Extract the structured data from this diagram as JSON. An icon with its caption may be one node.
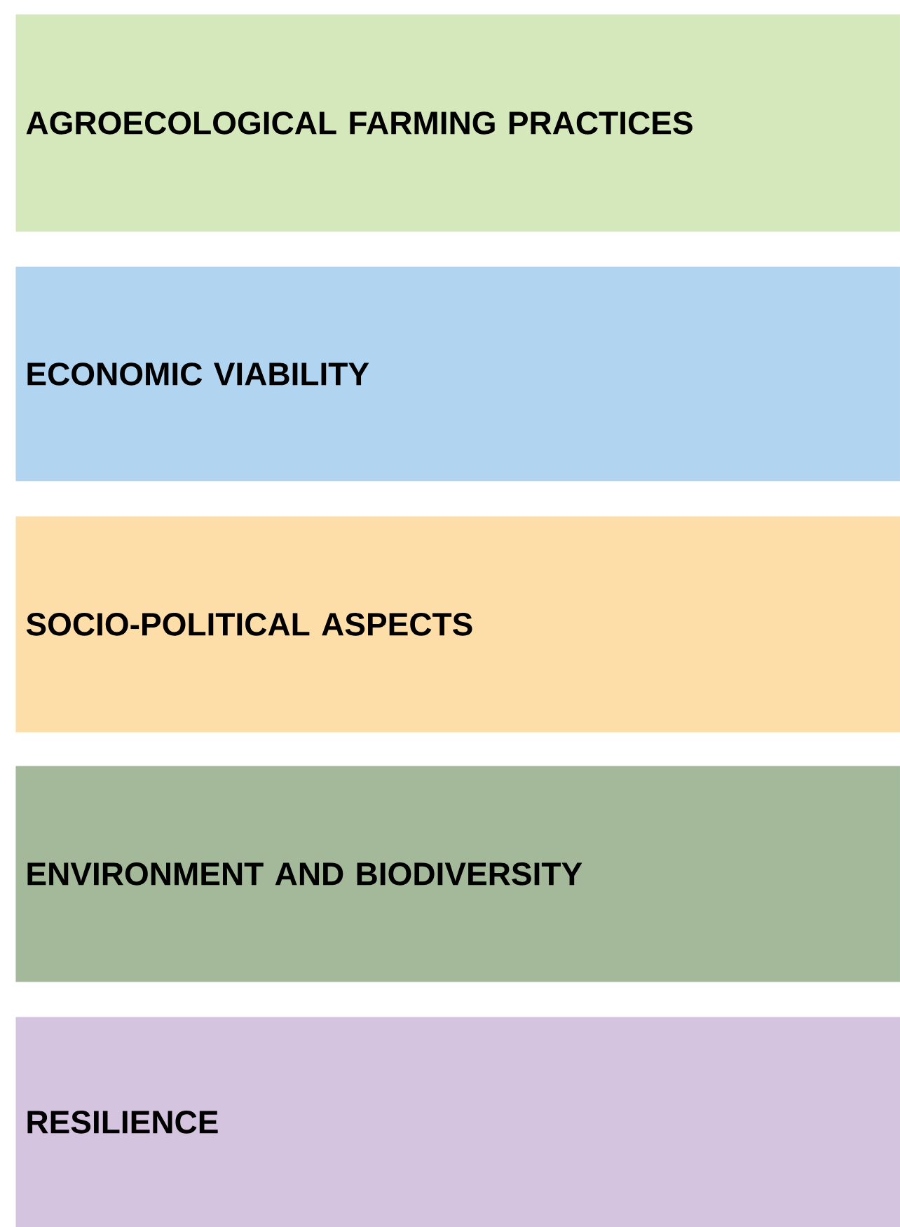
{
  "diagram": {
    "nodes": [
      {
        "text": [
          "AGROECOLOGICAL FARMING PRACTICES"
        ]
      },
      {
        "text": [
          "ECONOMIC VIABILITY"
        ]
      },
      {
        "text": [
          "SOCIO-POLITICAL ASPECTS"
        ]
      },
      {
        "text": [
          "ENVIRONMENT AND BIODIVERSITY"
        ]
      },
      {
        "text": [
          "RESILIENCE"
        ]
      }
    ]
  }
}
